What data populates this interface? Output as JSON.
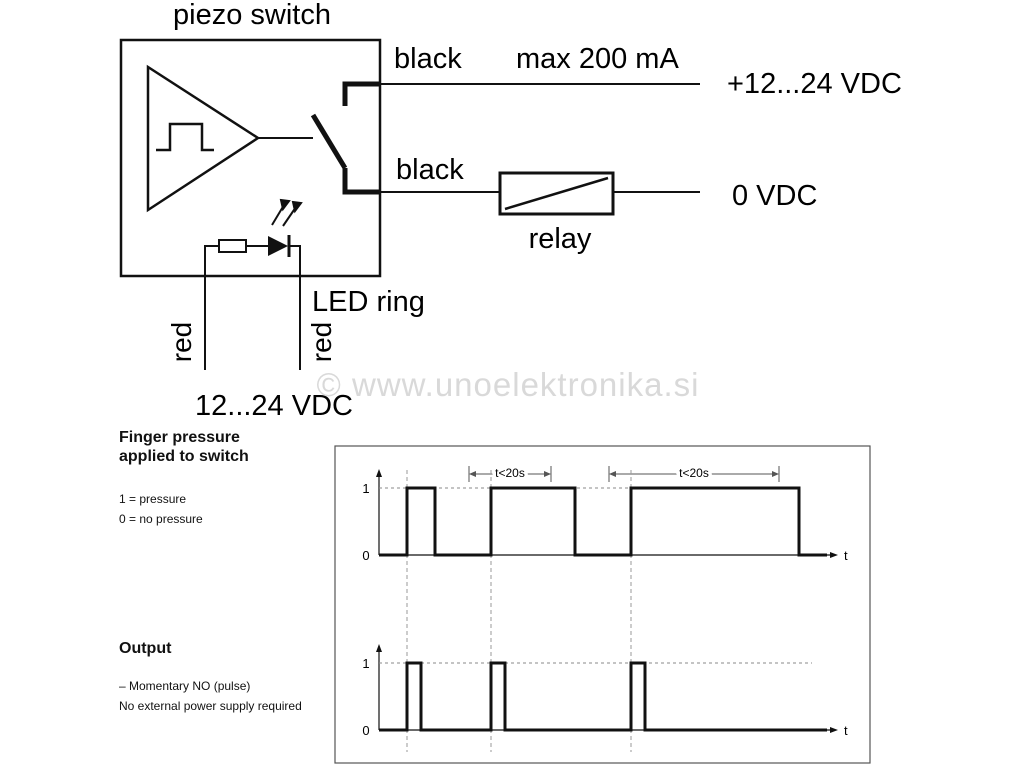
{
  "circuit": {
    "title": "piezo switch",
    "wire_top_label": "black",
    "wire_bottom_label": "black",
    "current_label": "max 200 mA",
    "supply_label": "+12...24 VDC",
    "ground_label": "0 VDC",
    "relay_label": "relay",
    "led_label": "LED ring",
    "red_left_label": "red",
    "red_right_label": "red",
    "led_supply_label": "12...24 VDC"
  },
  "watermark": "© www.unoelektronika.si",
  "timing": {
    "input_title_line1": "Finger pressure",
    "input_title_line2": "applied to switch",
    "input_legend_1": "1 = pressure",
    "input_legend_0": "0 = no pressure",
    "output_title": "Output",
    "output_note_1": "– Momentary NO (pulse)",
    "output_note_2": "No external power supply required",
    "level_high": "1",
    "level_low": "0",
    "time_axis": "t",
    "duration_label_1": "t<20s",
    "duration_label_2": "t<20s",
    "input_signal": [
      [
        0,
        0
      ],
      [
        1,
        0
      ],
      [
        1,
        1
      ],
      [
        2,
        1
      ],
      [
        2,
        0
      ],
      [
        4,
        0
      ],
      [
        4,
        1
      ],
      [
        7,
        1
      ],
      [
        7,
        0
      ],
      [
        9,
        0
      ],
      [
        9,
        1
      ],
      [
        15,
        1
      ],
      [
        15,
        0
      ],
      [
        16,
        0
      ]
    ],
    "output_signal": [
      [
        0,
        0
      ],
      [
        1,
        0
      ],
      [
        1,
        1
      ],
      [
        1.5,
        1
      ],
      [
        1.5,
        0
      ],
      [
        4,
        0
      ],
      [
        4,
        1
      ],
      [
        4.5,
        1
      ],
      [
        4.5,
        0
      ],
      [
        9,
        0
      ],
      [
        9,
        1
      ],
      [
        9.5,
        1
      ],
      [
        9.5,
        0
      ],
      [
        16,
        0
      ]
    ],
    "event_times": [
      1,
      4,
      9
    ]
  }
}
